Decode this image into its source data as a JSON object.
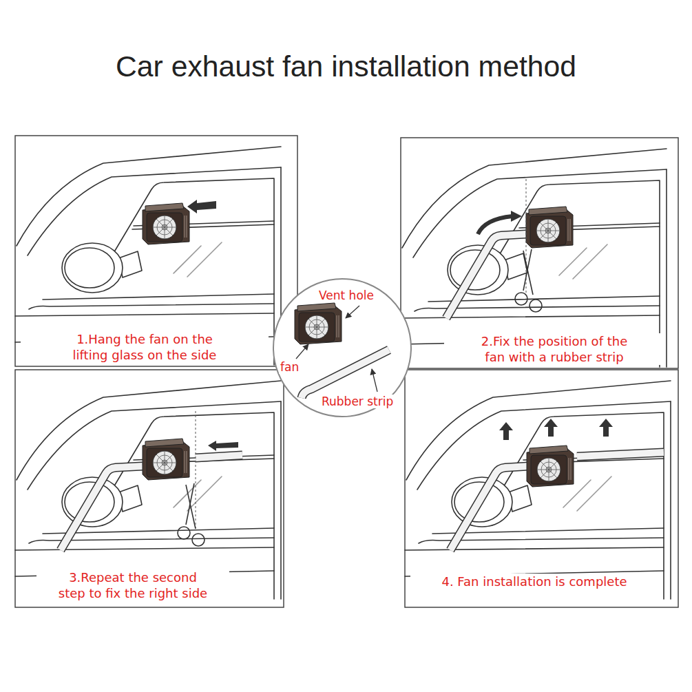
{
  "diagram": {
    "title": "Car exhaust fan installation method",
    "nodes": [
      {
        "text": [
          "1.Hang the fan on the lifting glass on the side"
        ]
      },
      {
        "text": [
          "2.Fix the position of the fan with a rubber strip"
        ]
      },
      {
        "text": [
          "Vent hole",
          "fan",
          "Rubber strip"
        ]
      },
      {
        "text": [
          "3.Repeat the second step to fix the right side"
        ]
      },
      {
        "text": [
          "4. Fan installation is complete"
        ]
      }
    ]
  }
}
